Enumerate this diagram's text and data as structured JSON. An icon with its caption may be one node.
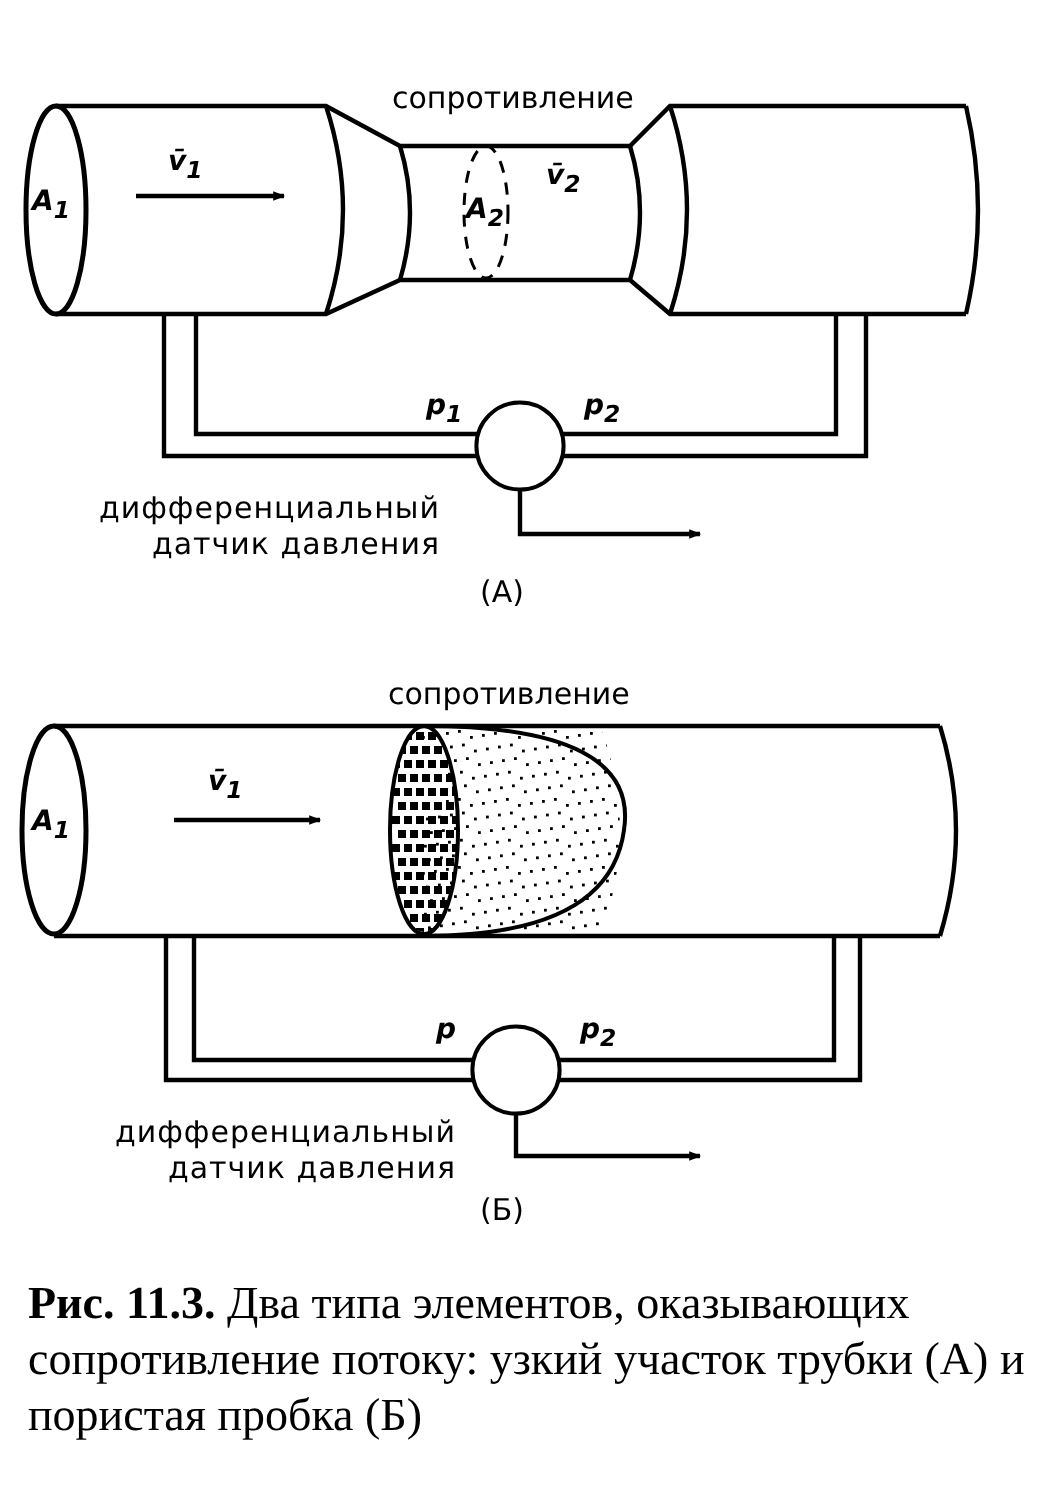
{
  "diagram": {
    "caption": "**Рис. 11.3.** Два типа элементов, оказывающих сопротивление потоку: узкий участок трубки (А) и пористая пробка (Б)",
    "nodes": [
      {
        "text": [],
        "shape": "circle",
        "beside": [
          "дифференциальный датчик давления"
        ]
      },
      {
        "text": [],
        "shape": "circle",
        "beside": [
          "дифференциальный датчик давления"
        ]
      }
    ],
    "edges": [
      {
        "from": 0,
        "to": null,
        "arrow": "to"
      },
      {
        "from": 1,
        "to": null,
        "arrow": "to"
      }
    ],
    "labels": [
      "сопротивление",
      "A$_{1}$",
      "v̄$_{1}$",
      "A$_{2}$",
      "v̄$_{2}$",
      "p$_{1}$",
      "p$_{2}$",
      "(А)",
      "сопротивление",
      "A$_{1}$",
      "v̄$_{1}$",
      "p",
      "p$_{2}$",
      "(Б)"
    ]
  }
}
